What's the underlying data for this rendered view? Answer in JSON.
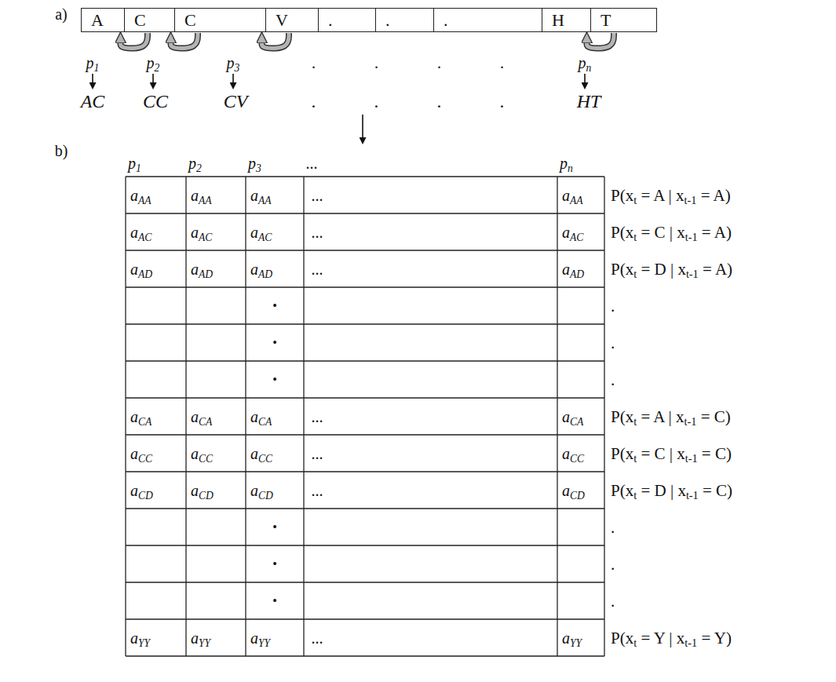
{
  "diagram": {
    "nodes": [
      {
        "text": [
          "A"
        ]
      },
      {
        "text": [
          "C"
        ]
      },
      {
        "text": [
          "C"
        ]
      },
      {
        "text": [
          "V"
        ]
      },
      {
        "text": [
          "."
        ]
      },
      {
        "text": [
          "."
        ]
      },
      {
        "text": [
          "."
        ]
      },
      {
        "text": [
          "H"
        ]
      },
      {
        "text": [
          "T"
        ]
      }
    ],
    "edges": [
      {
        "from": 1,
        "to": 0,
        "arrow": "to"
      },
      {
        "from": 2,
        "to": 1,
        "arrow": "to"
      },
      {
        "from": 3,
        "to": 2,
        "arrow": "to"
      },
      {
        "from": 8,
        "to": 7,
        "arrow": "to"
      }
    ],
    "labels": [
      "a)",
      "p1",
      "p2",
      "p3",
      ".",
      ".",
      ".",
      ".",
      "pn",
      "AC",
      "CC",
      "CV",
      ".",
      ".",
      ".",
      ".",
      "HT",
      "b)",
      "p1",
      "p2",
      "p3",
      "...",
      "pn",
      "aAA",
      "aAA",
      "aAA",
      "...",
      "aAA",
      "P(xt = A | xt-1 = A)",
      "aAC",
      "aAC",
      "aAC",
      "...",
      "aAC",
      "P(xt = C | xt-1 = A)",
      "aAD",
      "aAD",
      "aAD",
      "...",
      "aAD",
      "P(xt = D | xt-1 = A)",
      "•",
      ".",
      "•",
      ".",
      "•",
      ".",
      "aCA",
      "aCA",
      "aCA",
      "...",
      "aCA",
      "P(xt = A | xt-1 = C)",
      "aCC",
      "aCC",
      "aCC",
      "...",
      "aCC",
      "P(xt = C | xt-1 = C)",
      "aCD",
      "aCD",
      "aCD",
      "...",
      "aCD",
      "P(xt = D | xt-1 = C)",
      "•",
      ".",
      "•",
      ".",
      "•",
      ".",
      "aYY",
      "aYY",
      "aYY",
      "...",
      "aYY",
      "P(xt = Y | xt-1 = Y)"
    ]
  }
}
